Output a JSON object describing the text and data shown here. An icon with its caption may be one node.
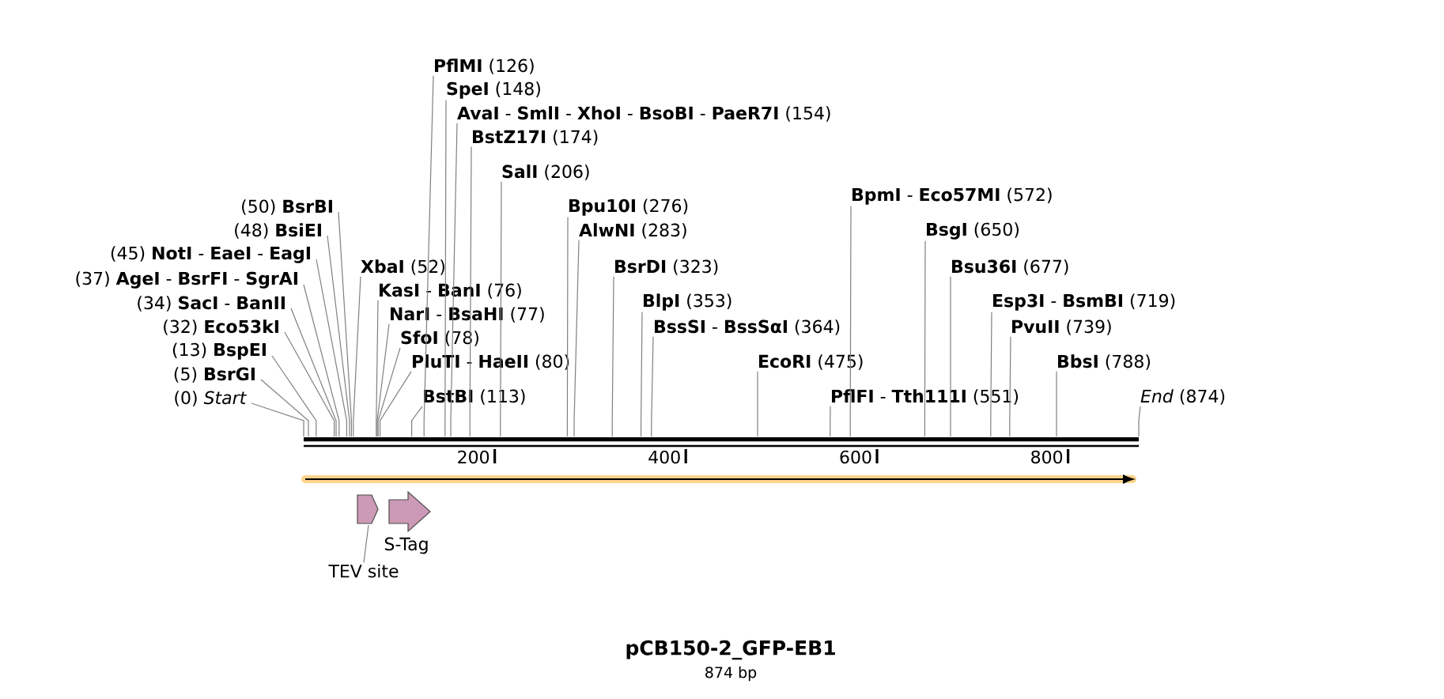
{
  "diagram": {
    "title": "pCB150-2_GFP-EB1",
    "caption": "874 bp",
    "nodes": [
      {
        "text": [
          "(0) *Start*"
        ]
      },
      {
        "text": [
          "(5) **BsrGI**"
        ]
      },
      {
        "text": [
          "(13) **BspEI**"
        ]
      },
      {
        "text": [
          "(32) **Eco53kI**"
        ]
      },
      {
        "text": [
          "(34) **SacI** - **BanII**"
        ]
      },
      {
        "text": [
          "(37) **AgeI** - **BsrFI** - **SgrAI**"
        ]
      },
      {
        "text": [
          "(45) **NotI** - **EaeI** - **EagI**"
        ]
      },
      {
        "text": [
          "(48) **BsiEI**"
        ]
      },
      {
        "text": [
          "(50) **BsrBI**"
        ]
      },
      {
        "text": [
          "**XbaI** (52)"
        ]
      },
      {
        "text": [
          "**KasI** - **BanI** (76)"
        ]
      },
      {
        "text": [
          "**NarI** - **BsaHI** (77)"
        ]
      },
      {
        "text": [
          "**SfoI** (78)"
        ]
      },
      {
        "text": [
          "**PluTI** - **HaeII** (80)"
        ]
      },
      {
        "text": [
          "**BstBI** (113)"
        ]
      },
      {
        "text": [
          "**PflMI** (126)"
        ]
      },
      {
        "text": [
          "**SpeI** (148)"
        ]
      },
      {
        "text": [
          "**AvaI** - **SmlI** - **XhoI** - **BsoBI** - **PaeR7I** (154)"
        ]
      },
      {
        "text": [
          "**BstZ17I** (174)"
        ]
      },
      {
        "text": [
          "**SalI** (206)"
        ]
      },
      {
        "text": [
          "**Bpu10I** (276)"
        ]
      },
      {
        "text": [
          "**AlwNI** (283)"
        ]
      },
      {
        "text": [
          "**BsrDI** (323)"
        ]
      },
      {
        "text": [
          "**BlpI** (353)"
        ]
      },
      {
        "text": [
          "**BssSI** - **BssSαI** (364)"
        ]
      },
      {
        "text": [
          "**EcoRI** (475)"
        ]
      },
      {
        "text": [
          "**PflFI** - **Tth111I** (551)"
        ]
      },
      {
        "text": [
          "**BpmI** - **Eco57MI** (572)"
        ]
      },
      {
        "text": [
          "**BsgI** (650)"
        ]
      },
      {
        "text": [
          "**Bsu36I** (677)"
        ]
      },
      {
        "text": [
          "**Esp3I** - **BsmBI** (719)"
        ]
      },
      {
        "text": [
          "**PvuII** (739)"
        ]
      },
      {
        "text": [
          "**BbsI** (788)"
        ]
      },
      {
        "text": [
          "*End* (874)"
        ]
      },
      {
        "text": [],
        "shape": "bar"
      },
      {
        "text": [],
        "shape": "pentagon"
      },
      {
        "text": [],
        "shape": "pentagon",
        "beside": [
          "S-Tag"
        ]
      },
      {
        "text": [
          "TEV site"
        ]
      }
    ],
    "edges": [
      {
        "from": 0,
        "to": 34,
        "arrow": "none"
      },
      {
        "from": 1,
        "to": 34,
        "arrow": "none"
      },
      {
        "from": 2,
        "to": 34,
        "arrow": "none"
      },
      {
        "from": 3,
        "to": 34,
        "arrow": "none"
      },
      {
        "from": 4,
        "to": 34,
        "arrow": "none"
      },
      {
        "from": 5,
        "to": 34,
        "arrow": "none"
      },
      {
        "from": 6,
        "to": 34,
        "arrow": "none"
      },
      {
        "from": 7,
        "to": 34,
        "arrow": "none"
      },
      {
        "from": 8,
        "to": 34,
        "arrow": "none"
      },
      {
        "from": 9,
        "to": 34,
        "arrow": "none"
      },
      {
        "from": 10,
        "to": 34,
        "arrow": "none"
      },
      {
        "from": 11,
        "to": 34,
        "arrow": "none"
      },
      {
        "from": 12,
        "to": 34,
        "arrow": "none"
      },
      {
        "from": 13,
        "to": 34,
        "arrow": "none"
      },
      {
        "from": 14,
        "to": 34,
        "arrow": "none"
      },
      {
        "from": 15,
        "to": 34,
        "arrow": "none"
      },
      {
        "from": 16,
        "to": 34,
        "arrow": "none"
      },
      {
        "from": 17,
        "to": 34,
        "arrow": "none"
      },
      {
        "from": 18,
        "to": 34,
        "arrow": "none"
      },
      {
        "from": 19,
        "to": 34,
        "arrow": "none"
      },
      {
        "from": 20,
        "to": 34,
        "arrow": "none"
      },
      {
        "from": 21,
        "to": 34,
        "arrow": "none"
      },
      {
        "from": 22,
        "to": 34,
        "arrow": "none"
      },
      {
        "from": 23,
        "to": 34,
        "arrow": "none"
      },
      {
        "from": 24,
        "to": 34,
        "arrow": "none"
      },
      {
        "from": 25,
        "to": 34,
        "arrow": "none"
      },
      {
        "from": 26,
        "to": 34,
        "arrow": "none"
      },
      {
        "from": 27,
        "to": 34,
        "arrow": "none"
      },
      {
        "from": 28,
        "to": 34,
        "arrow": "none"
      },
      {
        "from": 29,
        "to": 34,
        "arrow": "none"
      },
      {
        "from": 30,
        "to": 34,
        "arrow": "none"
      },
      {
        "from": 31,
        "to": 34,
        "arrow": "none"
      },
      {
        "from": 32,
        "to": 34,
        "arrow": "none"
      },
      {
        "from": 33,
        "to": 34,
        "arrow": "none"
      },
      {
        "from": 37,
        "to": 35,
        "arrow": "none"
      }
    ],
    "labels": [
      "200",
      "400",
      "600",
      "800"
    ]
  }
}
